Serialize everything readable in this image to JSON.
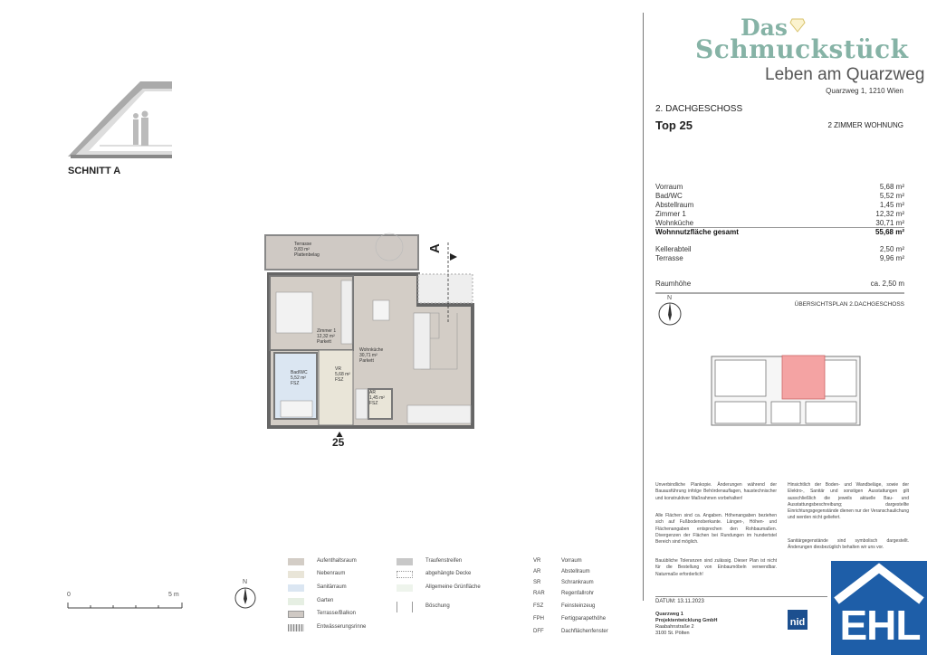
{
  "header": {
    "logo_line1": "Das",
    "logo_line2": "Schmuckstück",
    "logo_tagline": "Leben am Quarzweg",
    "address": "Quarzweg 1, 1210 Wien"
  },
  "unit": {
    "floor": "2. DACHGESCHOSS",
    "top": "Top 25",
    "type": "2 ZIMMER WOHNUNG"
  },
  "areas": [
    {
      "name": "Vorraum",
      "value": "5,68 m²"
    },
    {
      "name": "Bad/WC",
      "value": "5,52 m²"
    },
    {
      "name": "Abstellraum",
      "value": "1,45 m²"
    },
    {
      "name": "Zimmer 1",
      "value": "12,32 m²"
    },
    {
      "name": "Wohnküche",
      "value": "30,71 m²"
    }
  ],
  "total": {
    "name": "Wohnnutzfläche gesamt",
    "value": "55,68 m²"
  },
  "extra": [
    {
      "name": "Kellerabteil",
      "value": "2,50 m²"
    },
    {
      "name": "Terrasse",
      "value": "9,96 m²"
    }
  ],
  "height": {
    "name": "Raumhöhe",
    "value": "ca. 2,50 m"
  },
  "overview_label": "ÜBERSICHTSPLAN 2.DACHGESCHOSS",
  "north": "N",
  "section": {
    "label": "SCHNITT A",
    "marker": "A"
  },
  "plan": {
    "unit_number": "25",
    "rooms": {
      "terrasse": [
        "Terrasse",
        "9,83 m²",
        "Plattenbelag"
      ],
      "zimmer": [
        "Zimmer 1",
        "12,32 m²",
        "Parkett"
      ],
      "wohnkueche": [
        "Wohnküche",
        "30,71 m²",
        "Parkett"
      ],
      "bad": [
        "Bad/WC",
        "5,52 m²",
        "FSZ"
      ],
      "vr": [
        "VR",
        "5,68 m²",
        "FSZ"
      ],
      "ar": [
        "AR",
        "1,45 m²",
        "FSZ"
      ]
    }
  },
  "scale": {
    "start": "0",
    "end": "5 m"
  },
  "legend": {
    "fills": [
      {
        "label": "Aufenthaltsraum",
        "color": "#d3cdc6"
      },
      {
        "label": "Nebenraum",
        "color": "#e9e5d8"
      },
      {
        "label": "Sanitärraum",
        "color": "#dbe6f2"
      },
      {
        "label": "Garten",
        "color": "#e6efe3"
      },
      {
        "label": "Terrasse/Balkon",
        "color": "#cfc9c4"
      },
      {
        "label": "Entwässerungsrinne",
        "color": "#bbbbbb"
      }
    ],
    "patterns": [
      {
        "label": "Traufenstreifen"
      },
      {
        "label": "abgehängte Decke"
      },
      {
        "label": "Allgemeine Grünfläche"
      },
      {
        "label": "Böschung"
      }
    ],
    "abbreviations": [
      {
        "abbr": "VR",
        "label": "Vorraum"
      },
      {
        "abbr": "AR",
        "label": "Abstellraum"
      },
      {
        "abbr": "SR",
        "label": "Schrankraum"
      },
      {
        "abbr": "RAR",
        "label": "Regenfallrohr"
      },
      {
        "abbr": "FSZ",
        "label": "Feinsteinzeug"
      },
      {
        "abbr": "FPH",
        "label": "Fertigparapethöhe"
      },
      {
        "abbr": "DFF",
        "label": "Dachflächenfenster"
      }
    ]
  },
  "disclaimer": {
    "p1": "Unverbindliche Plankopie. Änderungen während der Bauausführung infolge Behördenauflagen, haustechnischer und konstruktiver Maßnahmen vorbehalten!",
    "p2": "Alle Flächen sind ca. Angaben. Höhenangaben beziehen sich auf Fußbodenoberkante. Längen-, Höhen- und Flächenangaben entsprechen den Rohbaumaßen. Divergenzen der Flächen bei Rundungen im hundertstel Bereich sind möglich.",
    "p3": "Bauübliche Toleranzen sind zulässig. Dieser Plan ist nicht für die Bestellung von Einbaumöbeln verwendbar. Naturmaße erforderlich!",
    "p4": "Hinsichtlich der Boden- und Wandbeläge, sowie der Elektro-, Sanitär und sonstigen Ausstattungen gilt ausschließlich die jeweils aktuelle Bau- und Ausstattungsbeschreibung; dargestellte Einrichtungsgegenstände dienen nur der Veranschaulichung und werden nicht geliefert.",
    "p5": "Sanitärgegenstände sind symbolisch dargestellt. Änderungen diesbezüglich behalten wir uns vor."
  },
  "footer": {
    "date": "DATUM: 13.11.2023",
    "company_line1": "Quarzweg 1",
    "company_line2": "Projektentwicklung GmbH",
    "street": "Raabahnstraße 2",
    "city": "3100 St. Pölten",
    "nid_logo": "nid",
    "ehl_logo": "EHL"
  },
  "colors": {
    "logo": "#86b3a6",
    "highlight": "#f4a3a3",
    "ehl_blue": "#1e5ea8",
    "nid_blue": "#1c4f8f"
  }
}
